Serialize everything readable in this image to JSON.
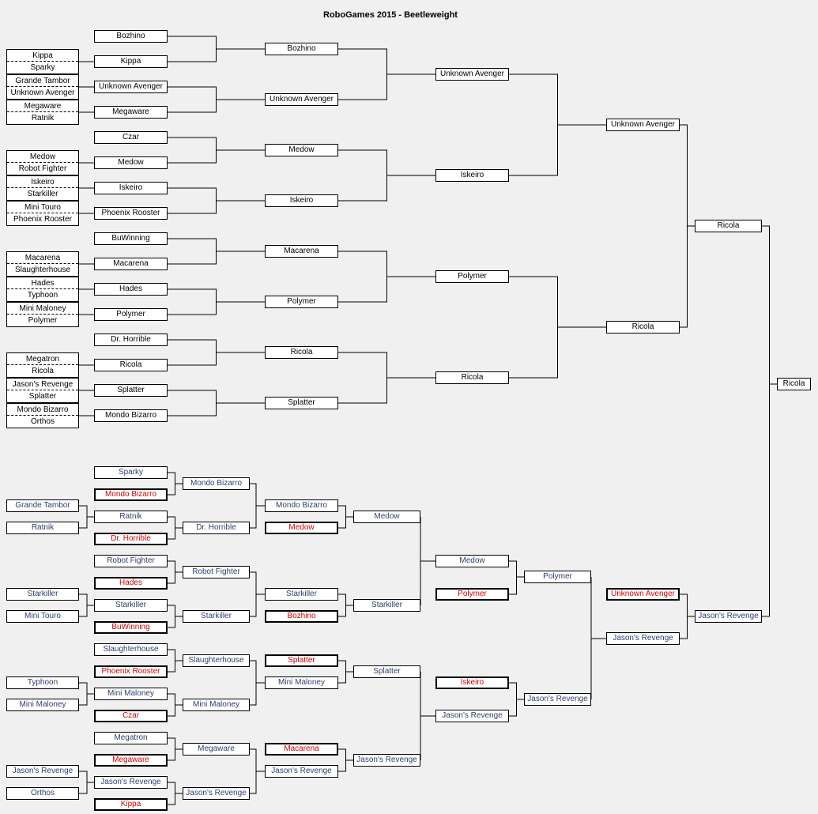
{
  "title": "RoboGames 2015 - Beetleweight",
  "play_in": [
    {
      "top": "Kippa",
      "bottom": "Sparky"
    },
    {
      "top": "Grande Tambor",
      "bottom": "Unknown Avenger"
    },
    {
      "top": "Megaware",
      "bottom": "Ratnik"
    },
    {
      "top": "Medow",
      "bottom": "Robot Fighter"
    },
    {
      "top": "Iskeiro",
      "bottom": "Starkiller"
    },
    {
      "top": "Mini Touro",
      "bottom": "Phoenix Rooster"
    },
    {
      "top": "Macarena",
      "bottom": "Slaughterhouse"
    },
    {
      "top": "Hades",
      "bottom": "Typhoon"
    },
    {
      "top": "Mini Maloney",
      "bottom": "Polymer"
    },
    {
      "top": "Megatron",
      "bottom": "Ricola"
    },
    {
      "top": "Jason's Revenge",
      "bottom": "Splatter"
    },
    {
      "top": "Mondo Bizarro",
      "bottom": "Orthos"
    }
  ],
  "winners_r1": [
    "Bozhino",
    "Kippa",
    "Unknown Avenger",
    "Megaware",
    "Czar",
    "Medow",
    "Iskeiro",
    "Phoenix Rooster",
    "BuWinning",
    "Macarena",
    "Hades",
    "Polymer",
    "Dr. Horrible",
    "Ricola",
    "Splatter",
    "Mondo Bizarro"
  ],
  "winners_r2": [
    "Bozhino",
    "Unknown Avenger",
    "Medow",
    "Iskeiro",
    "Macarena",
    "Polymer",
    "Ricola",
    "Splatter"
  ],
  "winners_r3": [
    "Unknown Avenger",
    "Iskeiro",
    "Polymer",
    "Ricola"
  ],
  "winners_r4": [
    "Unknown Avenger",
    "Ricola"
  ],
  "winners_final": "Ricola",
  "grand_final": [
    "Ricola",
    "Jason's Revenge"
  ],
  "champion": "Ricola",
  "losers_left": [
    "Grande Tambor",
    "Ratnik",
    "Starkiller",
    "Mini Touro",
    "Typhoon",
    "Mini Maloney",
    "Jason's Revenge",
    "Orthos"
  ],
  "losers_c1": [
    {
      "name": "Sparky",
      "loser": false
    },
    {
      "name": "Mondo Bizarro",
      "loser": true
    },
    {
      "name": "Ratnik",
      "loser": false
    },
    {
      "name": "Dr. Horrible",
      "loser": true
    },
    {
      "name": "Robot Fighter",
      "loser": false
    },
    {
      "name": "Hades",
      "loser": true
    },
    {
      "name": "Starkiller",
      "loser": false
    },
    {
      "name": "BuWinning",
      "loser": true
    },
    {
      "name": "Slaughterhouse",
      "loser": false
    },
    {
      "name": "Phoenix Rooster",
      "loser": true
    },
    {
      "name": "Mini Maloney",
      "loser": false
    },
    {
      "name": "Czar",
      "loser": true
    },
    {
      "name": "Megatron",
      "loser": false
    },
    {
      "name": "Megaware",
      "loser": true
    },
    {
      "name": "Jason's Revenge",
      "loser": false
    },
    {
      "name": "Kippa",
      "loser": true
    }
  ],
  "losers_c2": [
    "Mondo Bizarro",
    "Dr. Horrible",
    "Robot Fighter",
    "Starkiller",
    "Slaughterhouse",
    "Mini Maloney",
    "Megaware",
    "Jason's Revenge"
  ],
  "losers_c3": [
    {
      "name": "Mondo Bizarro",
      "loser": false
    },
    {
      "name": "Medow",
      "loser": true
    },
    {
      "name": "Starkiller",
      "loser": false
    },
    {
      "name": "Bozhino",
      "loser": true
    },
    {
      "name": "Splatter",
      "loser": true
    },
    {
      "name": "Mini Maloney",
      "loser": false
    },
    {
      "name": "Macarena",
      "loser": true
    },
    {
      "name": "Jason's Revenge",
      "loser": false
    }
  ],
  "losers_c4": [
    "Medow",
    "Starkiller",
    "Splatter",
    "Jason's Revenge"
  ],
  "losers_c5": [
    {
      "name": "Medow",
      "loser": false
    },
    {
      "name": "Polymer",
      "loser": true
    },
    {
      "name": "Iskeiro",
      "loser": true
    },
    {
      "name": "Jason's Revenge",
      "loser": false
    }
  ],
  "losers_c6": [
    "Polymer",
    "Jason's Revenge"
  ],
  "losers_c7": [
    {
      "name": "Unknown Avenger",
      "loser": true
    },
    {
      "name": "Jason's Revenge",
      "loser": false
    }
  ],
  "losers_final": "Jason's Revenge"
}
